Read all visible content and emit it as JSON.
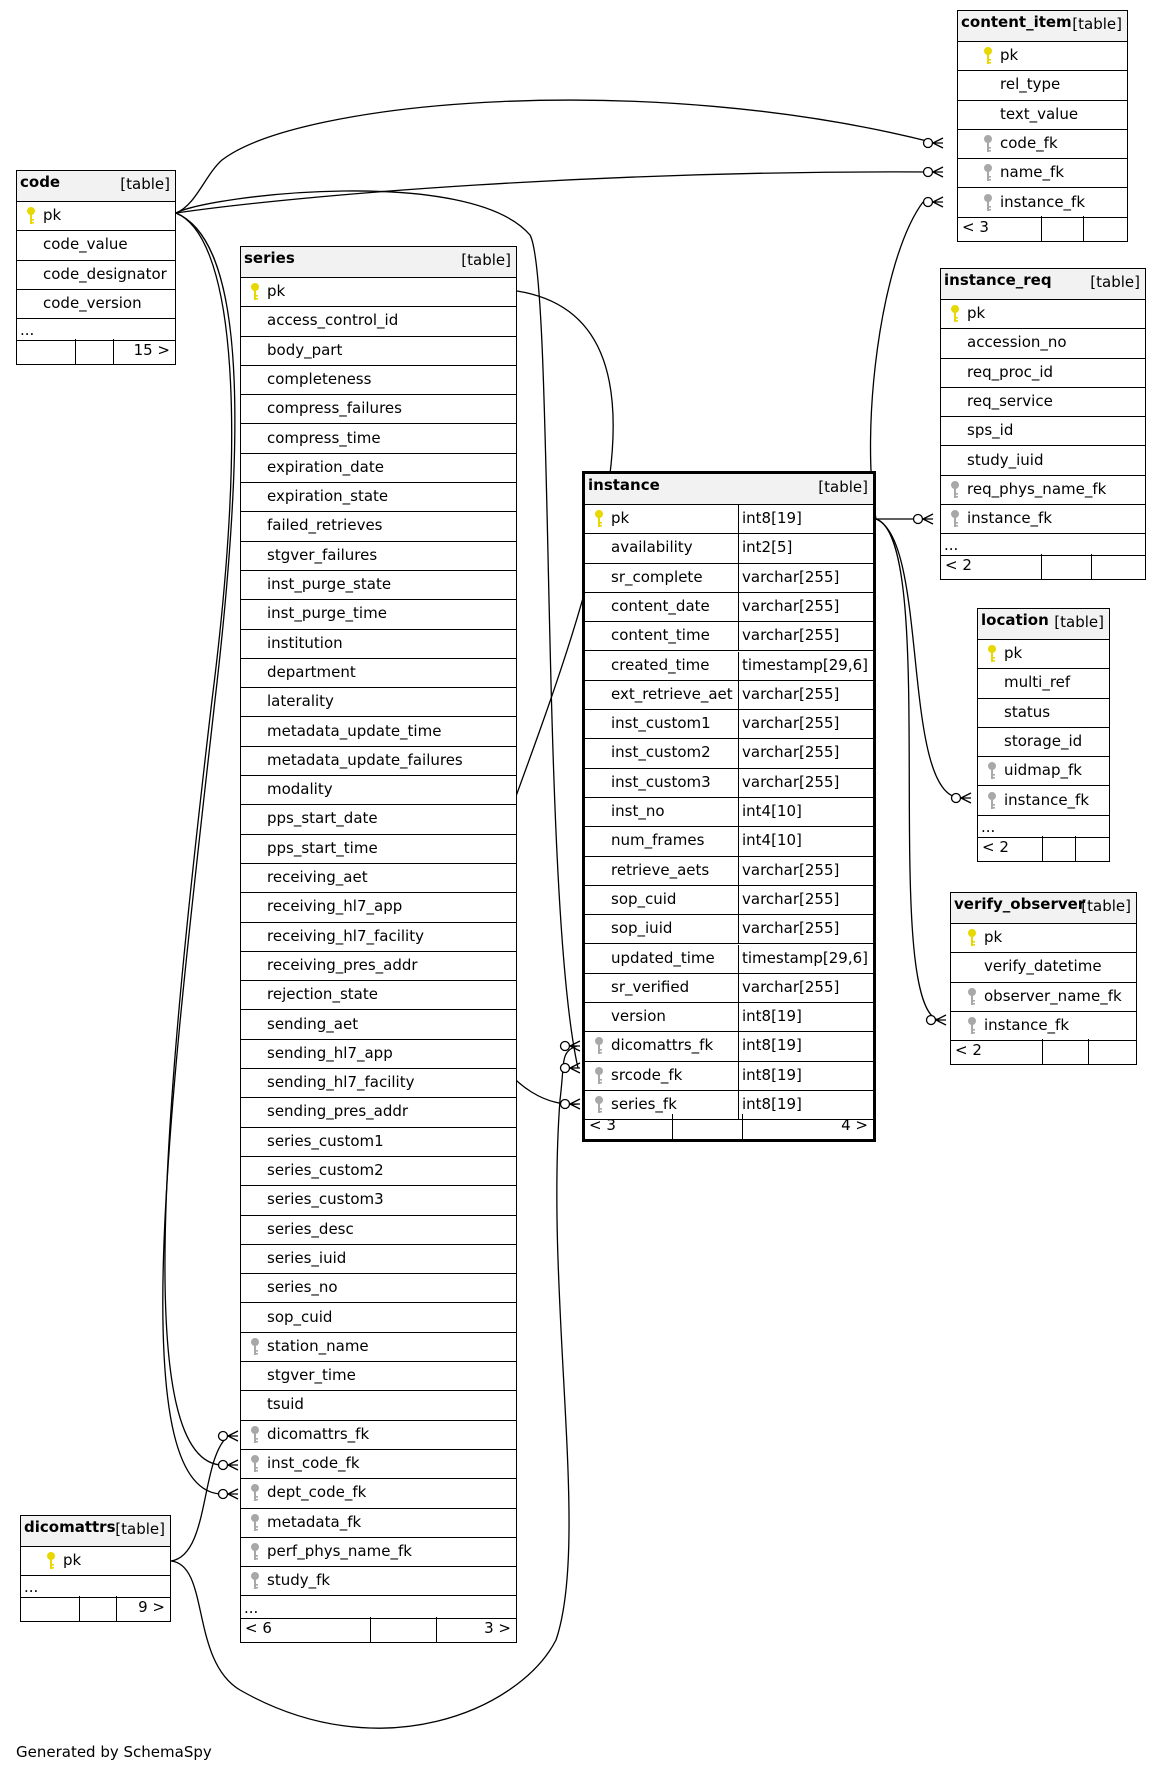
{
  "tables": [
    {
      "id": "code",
      "name": "code",
      "kind": "[table]",
      "rows": [
        {
          "name": "pk",
          "key": "pk"
        },
        {
          "name": "code_value"
        },
        {
          "name": "code_designator"
        },
        {
          "name": "code_version"
        }
      ],
      "more": "...",
      "footer": {
        "left": "",
        "right": "15 >"
      }
    },
    {
      "id": "series",
      "name": "series",
      "kind": "[table]",
      "rows": [
        {
          "name": "pk",
          "key": "pk"
        },
        {
          "name": "access_control_id"
        },
        {
          "name": "body_part"
        },
        {
          "name": "completeness"
        },
        {
          "name": "compress_failures"
        },
        {
          "name": "compress_time"
        },
        {
          "name": "expiration_date"
        },
        {
          "name": "expiration_state"
        },
        {
          "name": "failed_retrieves"
        },
        {
          "name": "stgver_failures"
        },
        {
          "name": "inst_purge_state"
        },
        {
          "name": "inst_purge_time"
        },
        {
          "name": "institution"
        },
        {
          "name": "department"
        },
        {
          "name": "laterality"
        },
        {
          "name": "metadata_update_time"
        },
        {
          "name": "metadata_update_failures"
        },
        {
          "name": "modality"
        },
        {
          "name": "pps_start_date"
        },
        {
          "name": "pps_start_time"
        },
        {
          "name": "receiving_aet"
        },
        {
          "name": "receiving_hl7_app"
        },
        {
          "name": "receiving_hl7_facility"
        },
        {
          "name": "receiving_pres_addr"
        },
        {
          "name": "rejection_state"
        },
        {
          "name": "sending_aet"
        },
        {
          "name": "sending_hl7_app"
        },
        {
          "name": "sending_hl7_facility"
        },
        {
          "name": "sending_pres_addr"
        },
        {
          "name": "series_custom1"
        },
        {
          "name": "series_custom2"
        },
        {
          "name": "series_custom3"
        },
        {
          "name": "series_desc"
        },
        {
          "name": "series_iuid"
        },
        {
          "name": "series_no"
        },
        {
          "name": "sop_cuid"
        },
        {
          "name": "station_name",
          "key": "fk"
        },
        {
          "name": "stgver_time"
        },
        {
          "name": "tsuid"
        },
        {
          "name": "dicomattrs_fk",
          "key": "fk"
        },
        {
          "name": "inst_code_fk",
          "key": "fk"
        },
        {
          "name": "dept_code_fk",
          "key": "fk"
        },
        {
          "name": "metadata_fk",
          "key": "fk"
        },
        {
          "name": "perf_phys_name_fk",
          "key": "fk"
        },
        {
          "name": "study_fk",
          "key": "fk"
        }
      ],
      "more": "...",
      "footer": {
        "left": "< 6",
        "right": "3 >"
      }
    },
    {
      "id": "instance",
      "name": "instance",
      "kind": "[table]",
      "rows": [
        {
          "name": "pk",
          "key": "pk",
          "type": "int8[19]"
        },
        {
          "name": "availability",
          "type": "int2[5]"
        },
        {
          "name": "sr_complete",
          "type": "varchar[255]"
        },
        {
          "name": "content_date",
          "type": "varchar[255]"
        },
        {
          "name": "content_time",
          "type": "varchar[255]"
        },
        {
          "name": "created_time",
          "type": "timestamp[29,6]"
        },
        {
          "name": "ext_retrieve_aet",
          "type": "varchar[255]"
        },
        {
          "name": "inst_custom1",
          "type": "varchar[255]"
        },
        {
          "name": "inst_custom2",
          "type": "varchar[255]"
        },
        {
          "name": "inst_custom3",
          "type": "varchar[255]"
        },
        {
          "name": "inst_no",
          "type": "int4[10]"
        },
        {
          "name": "num_frames",
          "type": "int4[10]"
        },
        {
          "name": "retrieve_aets",
          "type": "varchar[255]"
        },
        {
          "name": "sop_cuid",
          "type": "varchar[255]"
        },
        {
          "name": "sop_iuid",
          "type": "varchar[255]"
        },
        {
          "name": "updated_time",
          "type": "timestamp[29,6]"
        },
        {
          "name": "sr_verified",
          "type": "varchar[255]"
        },
        {
          "name": "version",
          "type": "int8[19]"
        },
        {
          "name": "dicomattrs_fk",
          "key": "fk",
          "type": "int8[19]"
        },
        {
          "name": "srcode_fk",
          "key": "fk",
          "type": "int8[19]"
        },
        {
          "name": "series_fk",
          "key": "fk",
          "type": "int8[19]"
        }
      ],
      "footer": {
        "left": "< 3",
        "right": "4 >"
      }
    },
    {
      "id": "content_item",
      "name": "content_item",
      "kind": "[table]",
      "rows": [
        {
          "name": "pk",
          "key": "pk"
        },
        {
          "name": "rel_type"
        },
        {
          "name": "text_value"
        },
        {
          "name": "code_fk",
          "key": "fk"
        },
        {
          "name": "name_fk",
          "key": "fk"
        },
        {
          "name": "instance_fk",
          "key": "fk"
        }
      ],
      "footer": {
        "left": "< 3",
        "right": ""
      }
    },
    {
      "id": "instance_req",
      "name": "instance_req",
      "kind": "[table]",
      "rows": [
        {
          "name": "pk",
          "key": "pk"
        },
        {
          "name": "accession_no"
        },
        {
          "name": "req_proc_id"
        },
        {
          "name": "req_service"
        },
        {
          "name": "sps_id"
        },
        {
          "name": "study_iuid"
        },
        {
          "name": "req_phys_name_fk",
          "key": "fk"
        },
        {
          "name": "instance_fk",
          "key": "fk"
        }
      ],
      "more": "...",
      "footer": {
        "left": "< 2",
        "right": ""
      }
    },
    {
      "id": "location",
      "name": "location",
      "kind": "[table]",
      "rows": [
        {
          "name": "pk",
          "key": "pk"
        },
        {
          "name": "multi_ref"
        },
        {
          "name": "status"
        },
        {
          "name": "storage_id"
        },
        {
          "name": "uidmap_fk",
          "key": "fk"
        },
        {
          "name": "instance_fk",
          "key": "fk"
        }
      ],
      "more": "...",
      "footer": {
        "left": "< 2",
        "right": ""
      }
    },
    {
      "id": "verify_observer",
      "name": "verify_observer",
      "kind": "[table]",
      "rows": [
        {
          "name": "pk",
          "key": "pk"
        },
        {
          "name": "verify_datetime"
        },
        {
          "name": "observer_name_fk",
          "key": "fk"
        },
        {
          "name": "instance_fk",
          "key": "fk"
        }
      ],
      "footer": {
        "left": "< 2",
        "right": ""
      }
    },
    {
      "id": "dicomattrs",
      "name": "dicomattrs",
      "kind": "[table]",
      "rows": [
        {
          "name": "pk",
          "key": "pk"
        }
      ],
      "more": "...",
      "footer": {
        "left": "",
        "right": "9 >"
      }
    }
  ],
  "credit": "Generated by SchemaSpy",
  "colors": {
    "primary_key": "#e6d800",
    "foreign_key": "#a8a8a8",
    "header_bg": "#f2f2f2",
    "line": "#000000"
  }
}
